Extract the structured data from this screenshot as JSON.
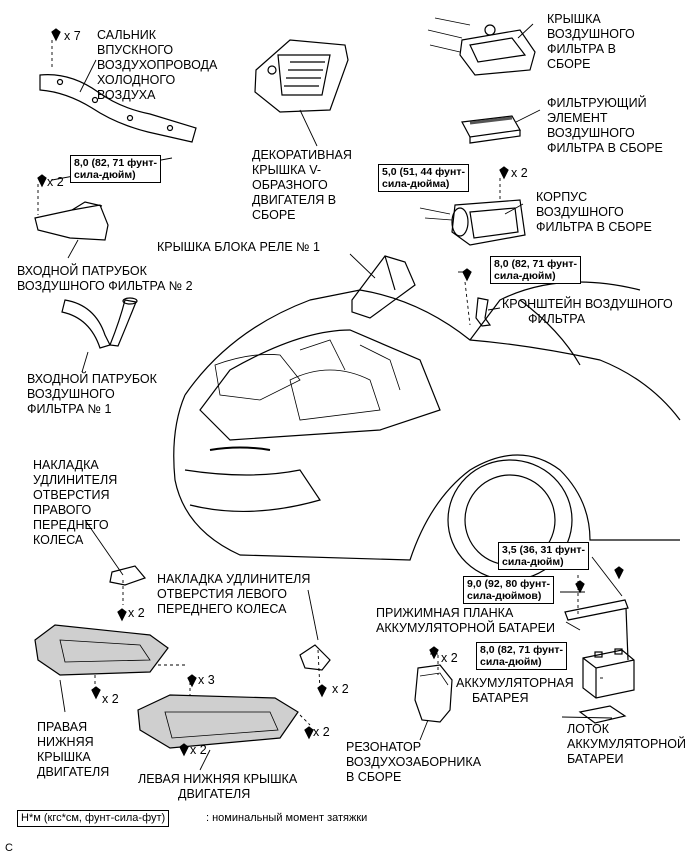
{
  "labels": {
    "intake_seal": [
      "САЛЬНИК",
      "ВПУСКНОГО",
      "ВОЗДУХОПРОВОДА",
      "ХОЛОДНОГО",
      "ВОЗДУХА"
    ],
    "engine_cover": [
      "ДЕКОРАТИВНАЯ",
      "КРЫШКА V-",
      "ОБРАЗНОГО",
      "ДВИГАТЕЛЯ В",
      "СБОРЕ"
    ],
    "filter_cap": [
      "КРЫШКА",
      "ВОЗДУШНОГО",
      "ФИЛЬТРА В",
      "СБОРЕ"
    ],
    "filter_element": [
      "ФИЛЬТРУЮЩИЙ",
      "ЭЛЕМЕНТ",
      "ВОЗДУШНОГО",
      "ФИЛЬТРА В СБОРЕ"
    ],
    "filter_case": [
      "КОРПУС",
      "ВОЗДУШНОГО",
      "ФИЛЬТРА В СБОРЕ"
    ],
    "relay_cover": [
      "КРЫШКА БЛОКА РЕЛЕ № 1"
    ],
    "inlet2": [
      "ВХОДНОЙ ПАТРУБОК",
      "ВОЗДУШНОГО ФИЛЬТРА № 2"
    ],
    "bracket": [
      "КРОНШТЕЙН ВОЗДУШНОГО",
      "ФИЛЬТРА"
    ],
    "inlet1": [
      "ВХОДНОЙ ПАТРУБОК",
      "ВОЗДУШНОГО",
      "ФИЛЬТРА № 1"
    ],
    "rh_liner": [
      "НАКЛАДКА",
      "УДЛИНИТЕЛЯ",
      "ОТВЕРСТИЯ",
      "ПРАВОГО",
      "ПЕРЕДНЕГО",
      "КОЛЕСА"
    ],
    "lh_liner": [
      "НАКЛАДКА УДЛИНИТЕЛЯ",
      "ОТВЕРСТИЯ ЛЕВОГО",
      "ПЕРЕДНЕГО КОЛЕСА"
    ],
    "clamp": [
      "ПРИЖИМНАЯ ПЛАНКА",
      "АККУМУЛЯТОРНОЙ БАТАРЕИ"
    ],
    "battery": [
      "АККУМУЛЯТОРНАЯ",
      "БАТАРЕЯ"
    ],
    "rh_under": [
      "ПРАВАЯ",
      "НИЖНЯЯ",
      "КРЫШКА",
      "ДВИГАТЕЛЯ"
    ],
    "lh_under": [
      "ЛЕВАЯ НИЖНЯЯ КРЫШКА",
      "ДВИГАТЕЛЯ"
    ],
    "tray": [
      "ЛОТОК",
      "АККУМУЛЯТОРНОЙ",
      "БАТАРЕИ"
    ],
    "resonator": [
      "РЕЗОНАТОР",
      "ВОЗДУХОЗАБОРНИКА",
      "В СБОРЕ"
    ]
  },
  "torques": {
    "t1": [
      "8,0 (82, 71 фунт-",
      "сила-дюйм)"
    ],
    "t2": [
      "5,0 (51, 44 фунт-",
      "сила-дюйма)"
    ],
    "t3": [
      "8,0 (82, 71 фунт-",
      "сила-дюйм)"
    ],
    "t4": [
      "3,5 (36, 31 фунт-",
      "сила-дюйм)"
    ],
    "t5": [
      "9,0 (92, 80 фунт-",
      "сила-дюймов)"
    ],
    "t6": [
      "8,0 (82, 71 фунт-",
      "сила-дюйм)"
    ]
  },
  "quantities": {
    "q_clips": "x 7",
    "q_inlet2": "x 2",
    "q_case": "x 2",
    "q_rh_liner": "x 2",
    "q_lh_liner": "x 2",
    "q_rh_under": "x 2",
    "q_lh_under_a": "x 3",
    "q_lh_under_b": "x 2",
    "q_lh_under_c": "x 2",
    "q_resonator": "x 2"
  },
  "legend": {
    "unit": "Н*м (кгс*см, фунт-сила-фут)",
    "text": ": номинальный момент затяжки"
  },
  "corner_code": "C",
  "colors": {
    "ink": "#000000",
    "paper": "#ffffff",
    "shade": "#cfcfcf"
  }
}
